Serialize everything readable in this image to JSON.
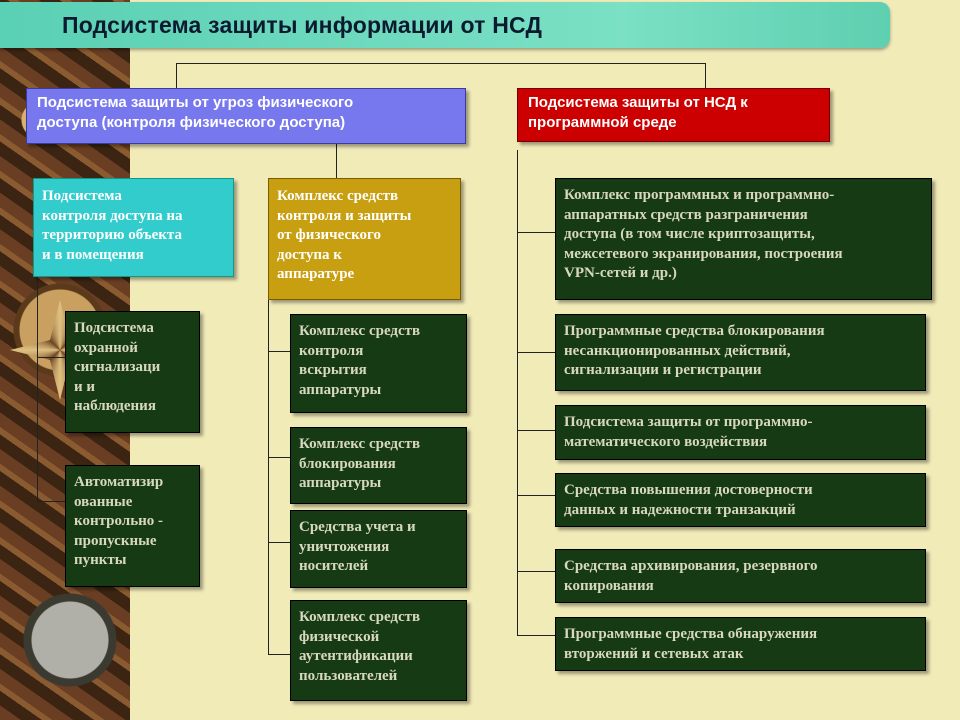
{
  "title": "Подсистема защиты информации от НСД",
  "physical": {
    "label": "Подсистема защиты от угроз физического\nдоступа (контроля физического доступа)",
    "territory": {
      "label": "Подсистема\nконтроля доступа на\nтерриторию объекта\nи в помещения",
      "children": [
        "Подсистема\nохранной\nсигнализаци\nи и\nнаблюдения",
        "Автоматизир\nованные\nконтрольно -\nпропускные\nпункты"
      ]
    },
    "hardware": {
      "label": "Комплекс средств\nконтроля и защиты\nот физического\nдоступа к\nаппаратуре",
      "children": [
        "Комплекс средств\nконтроля\nвскрытия\nаппаратуры",
        "Комплекс средств\nблокирования\nаппаратуры",
        "Средства учета и\nуничтожения\nносителей",
        "Комплекс средств\nфизической\nаутентификации\nпользователей"
      ]
    }
  },
  "software": {
    "label": "Подсистема защиты от НСД к\nпрограммной среде",
    "children": [
      "Комплекс программных и программно-\nаппаратных средств разграничения\nдоступа (в том числе криптозащиты,\nмежсетевого экранирования, построения\nVPN-сетей и др.)",
      "Программные средства блокирования\nнесанкционированных действий,\nсигнализации и регистрации",
      "Подсистема защиты от программно-\nматематического воздействия",
      "Средства повышения достоверности\nданных и надежности транзакций",
      "Средства архивирования,  резервного\nкопирования",
      "Программные средства обнаружения\nвторжений  и сетевых атак"
    ]
  }
}
